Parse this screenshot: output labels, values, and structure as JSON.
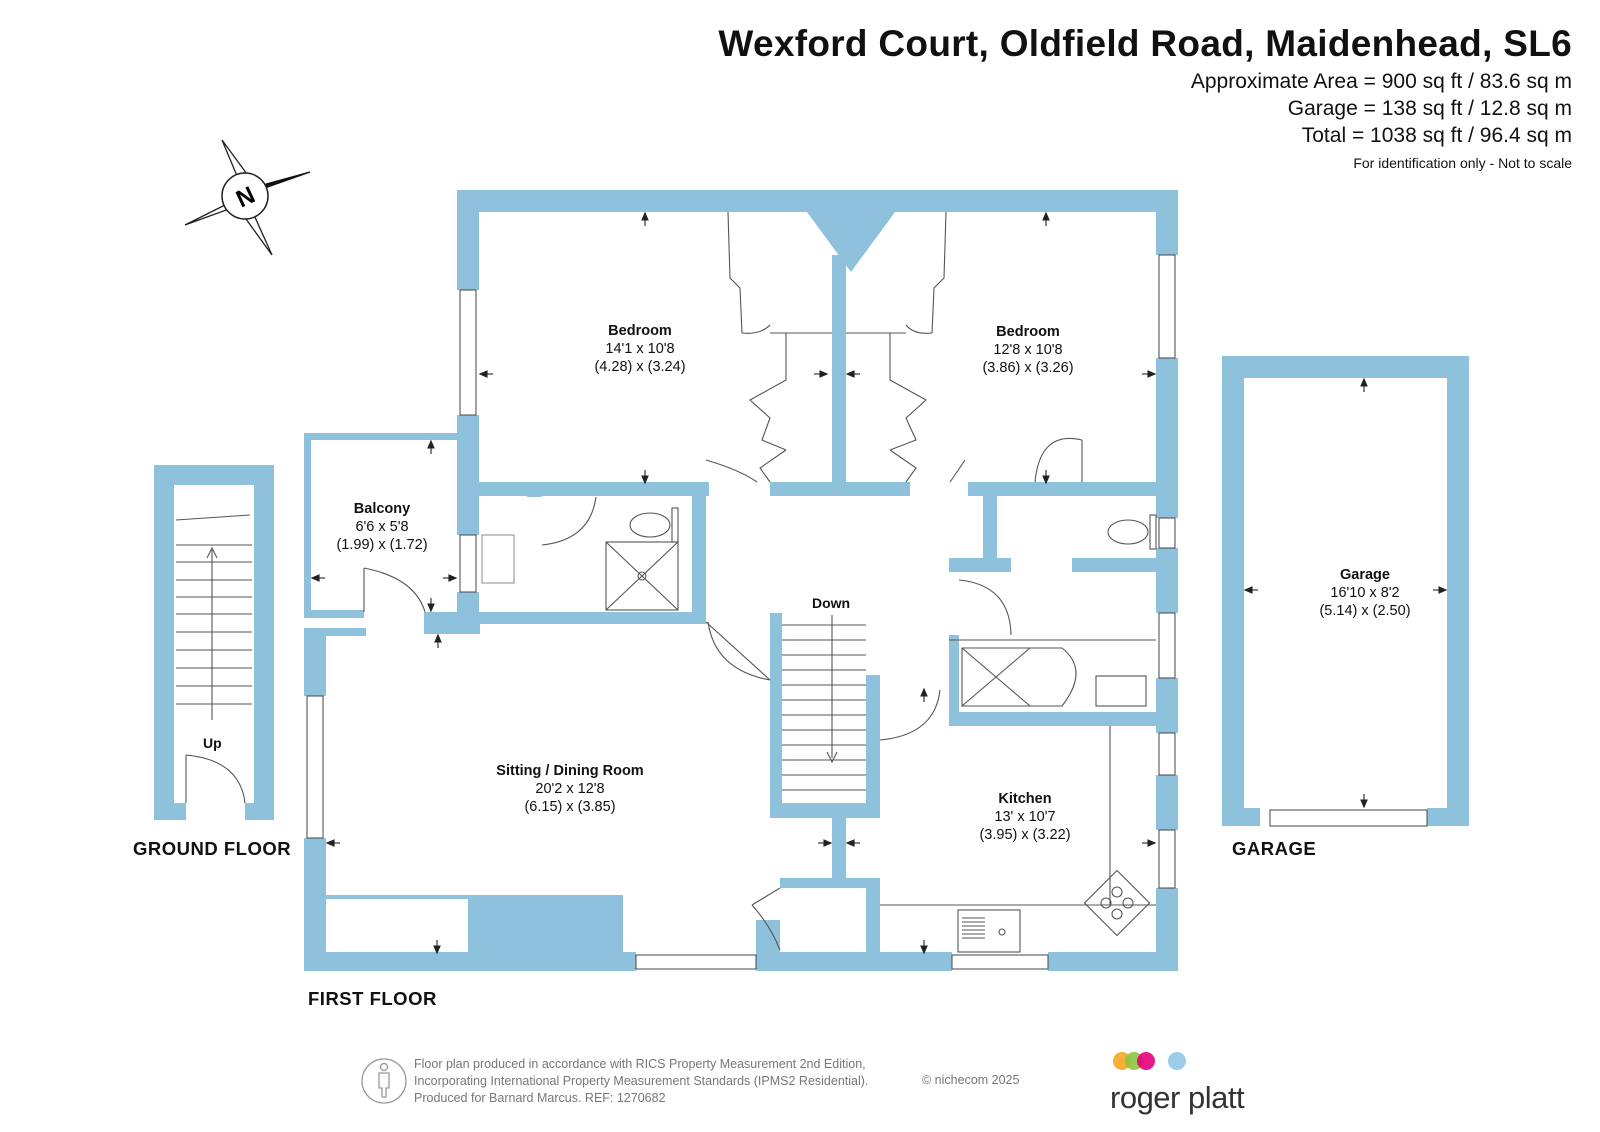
{
  "header": {
    "title": "Wexford Court, Oldfield Road, Maidenhead, SL6",
    "area_lines": [
      "Approximate Area = 900 sq ft / 83.6 sq m",
      "Garage = 138 sq ft / 12.8 sq m",
      "Total = 1038 sq ft / 96.4 sq m"
    ],
    "note": "For identification only - Not to scale"
  },
  "rooms": {
    "bedroom1": {
      "name": "Bedroom",
      "imperial": "14'1 x 10'8",
      "metric": "(4.28) x (3.24)"
    },
    "bedroom2": {
      "name": "Bedroom",
      "imperial": "12'8 x 10'8",
      "metric": "(3.86) x (3.26)"
    },
    "balcony": {
      "name": "Balcony",
      "imperial": "6'6 x 5'8",
      "metric": "(1.99) x (1.72)"
    },
    "sitting": {
      "name": "Sitting / Dining Room",
      "imperial": "20'2 x 12'8",
      "metric": "(6.15) x (3.85)"
    },
    "kitchen": {
      "name": "Kitchen",
      "imperial": "13' x 10'7",
      "metric": "(3.95) x (3.22)"
    },
    "garage": {
      "name": "Garage",
      "imperial": "16'10 x 8'2",
      "metric": "(5.14) x (2.50)"
    }
  },
  "labels": {
    "down": "Down",
    "up": "Up",
    "ground_floor": "GROUND FLOOR",
    "first_floor": "FIRST FLOOR",
    "garage_floor": "GARAGE",
    "compass_letter": "N"
  },
  "footer": {
    "lines": [
      "Floor plan produced in accordance with RICS Property Measurement 2nd Edition,",
      "Incorporating International Property Measurement Standards (IPMS2 Residential).",
      "Produced for Barnard Marcus.   REF:  1270682"
    ],
    "copyright": "© nichecom 2025",
    "logo": "roger platt",
    "logo_dot_colors": [
      "#f5a623",
      "#8dc63f",
      "#e6007e",
      "#8ec8e8"
    ]
  },
  "colors": {
    "wall": "#8ec2dc",
    "fixture": "#777777"
  },
  "icons": [
    "compass-icon",
    "person-icon",
    "logo-dots"
  ]
}
